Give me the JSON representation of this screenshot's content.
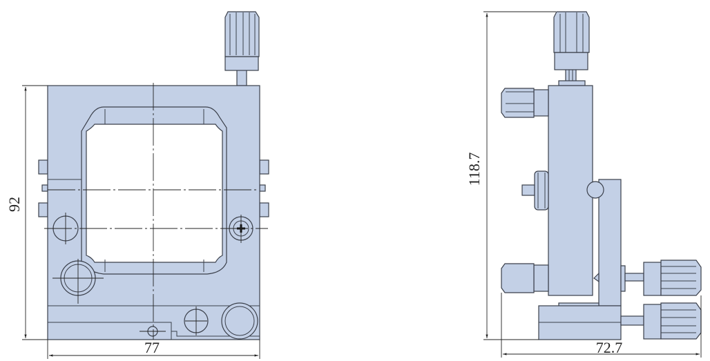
{
  "front_view": {
    "width_label": "77",
    "height_label": "92"
  },
  "side_view": {
    "width_label": "72.7",
    "height_label": "118.7"
  },
  "colors": {
    "part_fill": "#c3d0e6",
    "line": "#3a3f4a"
  }
}
